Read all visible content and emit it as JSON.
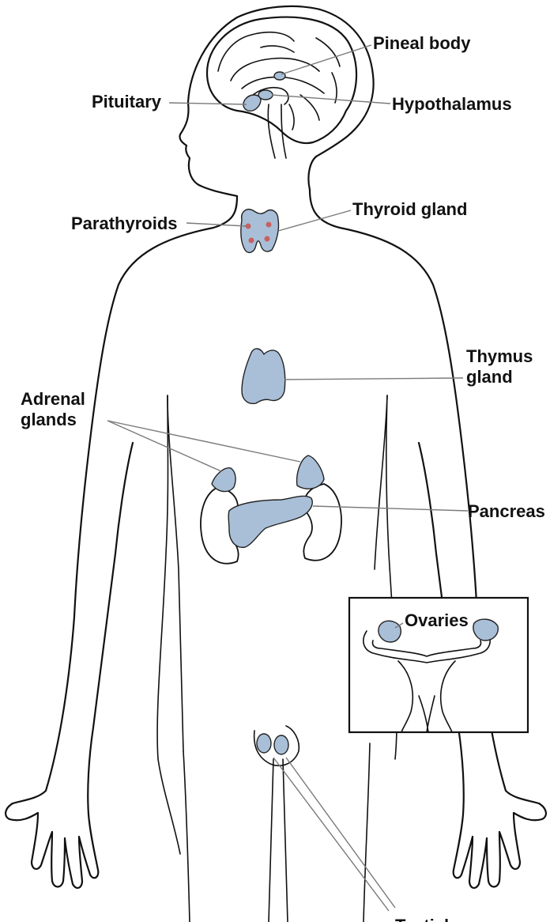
{
  "colors": {
    "gland_fill": "#a9bfd8",
    "parathyroid_fill": "#c96060",
    "outline": "#111111",
    "leader_line": "#7a7a7a",
    "background": "#ffffff"
  },
  "labels": {
    "pineal_body": "Pineal body",
    "pituitary": "Pituitary",
    "hypothalamus": "Hypothalamus",
    "parathyroids": "Parathyroids",
    "thyroid_gland": "Thyroid gland",
    "thymus_line1": "Thymus",
    "thymus_line2": "gland",
    "adrenal_line1": "Adrenal",
    "adrenal_line2": "glands",
    "pancreas": "Pancreas",
    "ovaries": "Ovaries",
    "testicles": "Testicles"
  }
}
